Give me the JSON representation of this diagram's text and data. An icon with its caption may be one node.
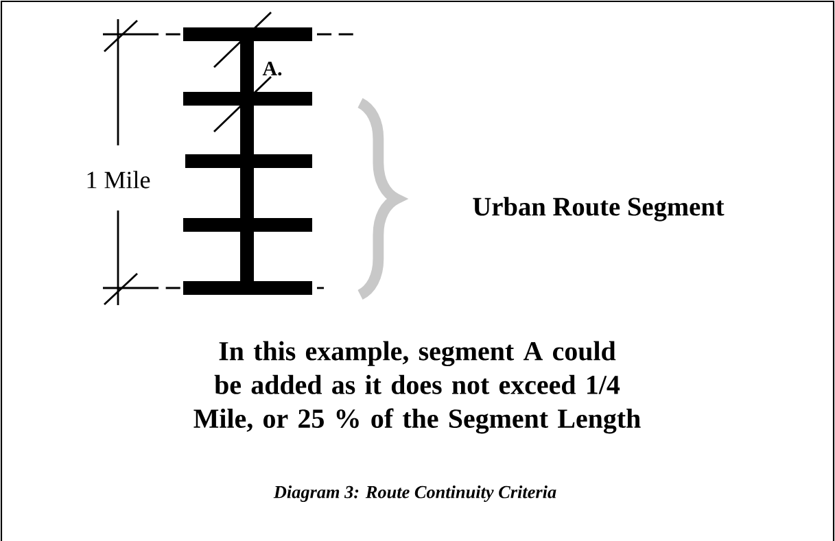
{
  "diagram": {
    "caption": "Diagram 3: Route Continuity Criteria",
    "labels": [
      "A.",
      "1 Mile",
      "Urban Route Segment",
      "In this example, segment A could be added as it does not exceed 1/4 Mile, or 25 % of the Segment Length"
    ]
  }
}
